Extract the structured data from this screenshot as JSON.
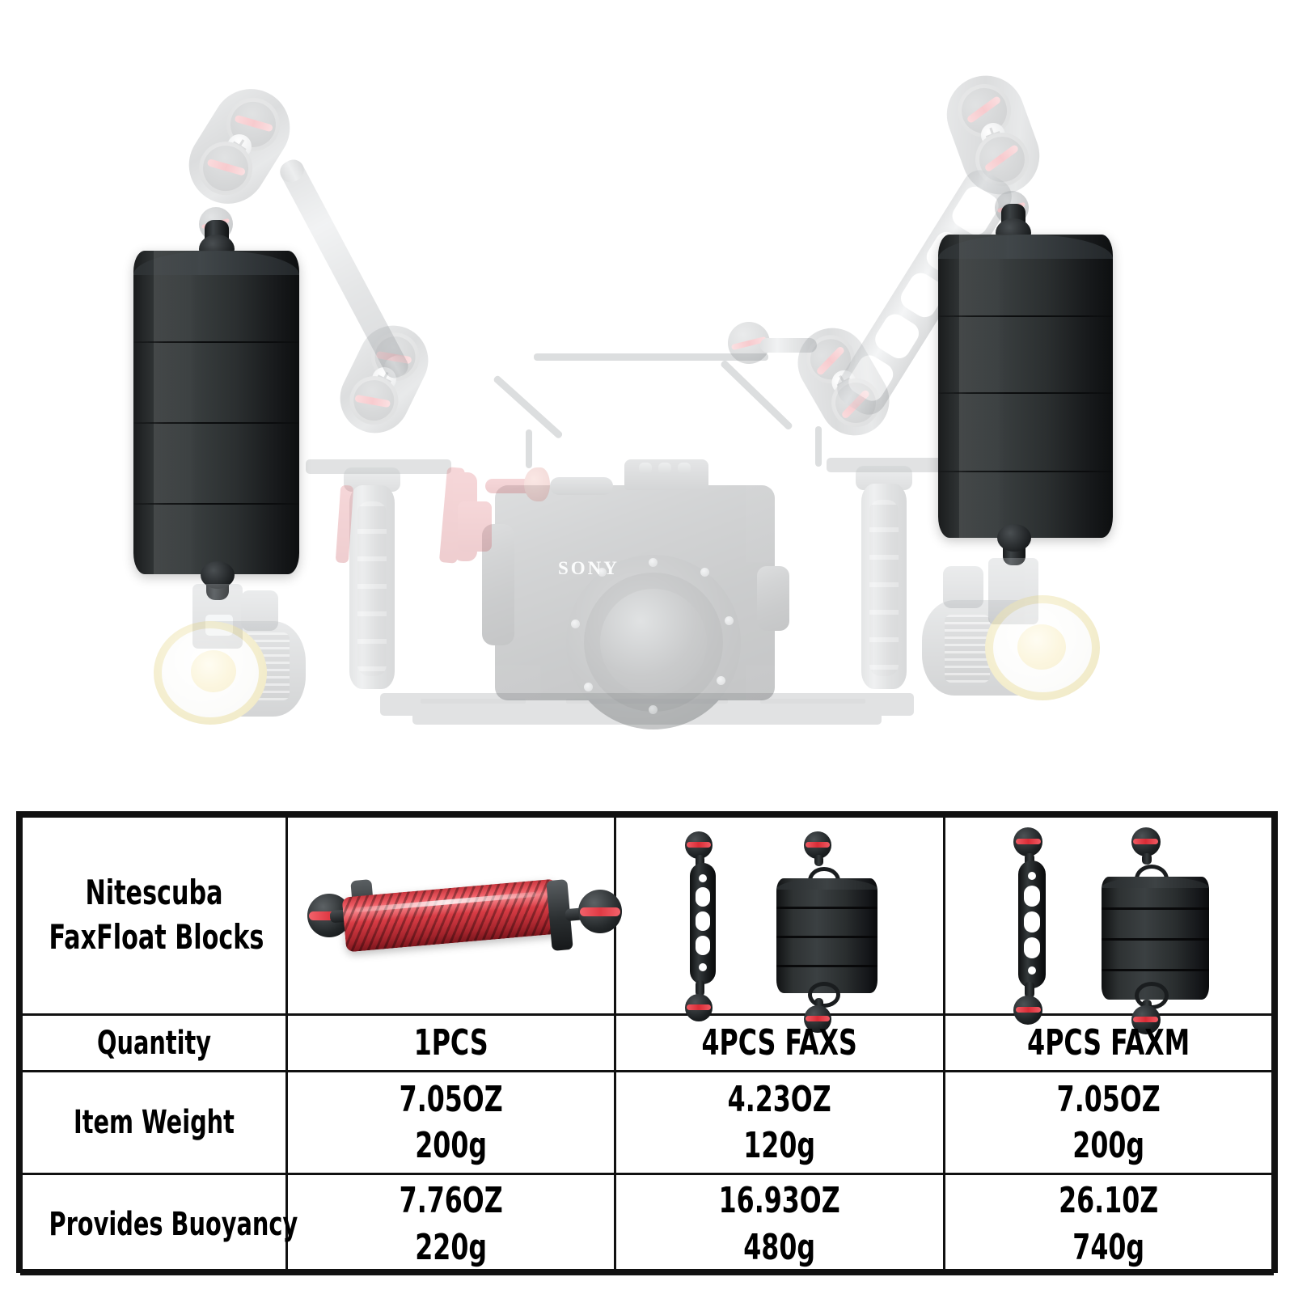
{
  "hero": {
    "camera_brand": "SONY",
    "alt": "underwater-camera-rig-with-float-blocks"
  },
  "table": {
    "header_label_line1": "Nitescuba",
    "header_label_line2": "FaxFloat Blocks",
    "rows": [
      {
        "label": "Quantity",
        "values": [
          "1PCS",
          "4PCS FAXS",
          "4PCS FAXM"
        ]
      },
      {
        "label": "Item Weight",
        "values": [
          {
            "oz": "7.05OZ",
            "g": "200g"
          },
          {
            "oz": "4.23OZ",
            "g": "120g"
          },
          {
            "oz": "7.05OZ",
            "g": "200g"
          }
        ]
      },
      {
        "label": "Provides Buoyancy",
        "values": [
          {
            "oz": "7.76OZ",
            "g": "220g"
          },
          {
            "oz": "16.93OZ",
            "g": "480g"
          },
          {
            "oz": "26.10Z",
            "g": "740g"
          }
        ]
      }
    ],
    "product_images": [
      "red-carbon-float-arm",
      "skeleton-arm-and-faxs-float-block",
      "skeleton-arm-and-faxm-float-block"
    ]
  },
  "colors": {
    "border": "#111111",
    "accent_red": "#e03a44",
    "float_black": "#2b2f31",
    "light_ring_yellow": "#d8c45c",
    "ghost_grey": "#8f9396"
  }
}
